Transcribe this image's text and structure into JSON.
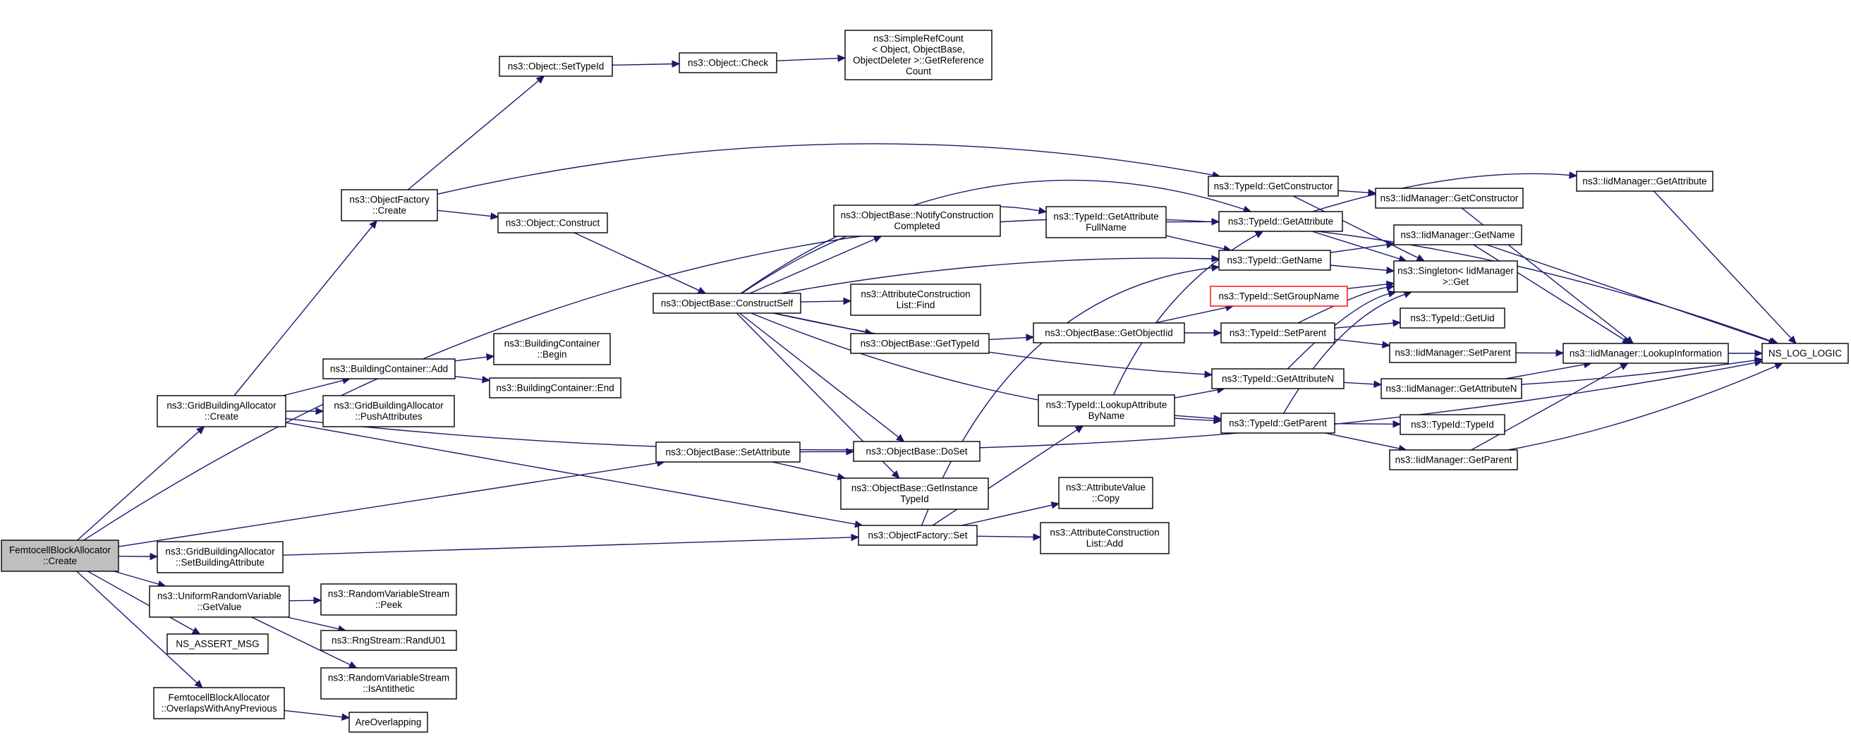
{
  "diagram": {
    "nodes": [
      {
        "id": "root",
        "lines": [
          "FemtocellBlockAllocator",
          "::Create"
        ],
        "style": "root"
      },
      {
        "id": "gba_create",
        "lines": [
          "ns3::GridBuildingAllocator",
          "::Create"
        ]
      },
      {
        "id": "gba_setattr",
        "lines": [
          "ns3::GridBuildingAllocator",
          "::SetBuildingAttribute"
        ]
      },
      {
        "id": "urv_getvalue",
        "lines": [
          "ns3::UniformRandomVariable",
          "::GetValue"
        ]
      },
      {
        "id": "ns_assert",
        "lines": [
          "NS_ASSERT_MSG"
        ]
      },
      {
        "id": "fba_overlaps",
        "lines": [
          "FemtocellBlockAllocator",
          "::OverlapsWithAnyPrevious"
        ]
      },
      {
        "id": "are_overlapping",
        "lines": [
          "AreOverlapping"
        ]
      },
      {
        "id": "rvs_peek",
        "lines": [
          "ns3::RandomVariableStream",
          "::Peek"
        ]
      },
      {
        "id": "rng_randu01",
        "lines": [
          "ns3::RngStream::RandU01"
        ]
      },
      {
        "id": "rvs_isanti",
        "lines": [
          "ns3::RandomVariableStream",
          "::IsAntithetic"
        ]
      },
      {
        "id": "of_create",
        "lines": [
          "ns3::ObjectFactory",
          "::Create"
        ]
      },
      {
        "id": "bc_add",
        "lines": [
          "ns3::BuildingContainer::Add"
        ]
      },
      {
        "id": "gba_push",
        "lines": [
          "ns3::GridBuildingAllocator",
          "::PushAttributes"
        ]
      },
      {
        "id": "bc_begin",
        "lines": [
          "ns3::BuildingContainer",
          "::Begin"
        ]
      },
      {
        "id": "bc_end",
        "lines": [
          "ns3::BuildingContainer::End"
        ]
      },
      {
        "id": "obj_settypeid",
        "lines": [
          "ns3::Object::SetTypeId"
        ]
      },
      {
        "id": "obj_check",
        "lines": [
          "ns3::Object::Check"
        ]
      },
      {
        "id": "simplerefcount",
        "lines": [
          "ns3::SimpleRefCount",
          "< Object, ObjectBase,",
          "ObjectDeleter >::GetReference",
          "Count"
        ]
      },
      {
        "id": "obj_construct",
        "lines": [
          "ns3::Object::Construct"
        ]
      },
      {
        "id": "ob_constructself",
        "lines": [
          "ns3::ObjectBase::ConstructSelf"
        ]
      },
      {
        "id": "ob_notify",
        "lines": [
          "ns3::ObjectBase::NotifyConstruction",
          "Completed"
        ]
      },
      {
        "id": "acl_find",
        "lines": [
          "ns3::AttributeConstruction",
          "List::Find"
        ]
      },
      {
        "id": "ob_gettypeid",
        "lines": [
          "ns3::ObjectBase::GetTypeId"
        ]
      },
      {
        "id": "ob_setattribute",
        "lines": [
          "ns3::ObjectBase::SetAttribute"
        ]
      },
      {
        "id": "ob_doset",
        "lines": [
          "ns3::ObjectBase::DoSet"
        ]
      },
      {
        "id": "ob_getinstance",
        "lines": [
          "ns3::ObjectBase::GetInstance",
          "TypeId"
        ]
      },
      {
        "id": "of_set",
        "lines": [
          "ns3::ObjectFactory::Set"
        ]
      },
      {
        "id": "av_copy",
        "lines": [
          "ns3::AttributeValue",
          "::Copy"
        ]
      },
      {
        "id": "acl_add",
        "lines": [
          "ns3::AttributeConstruction",
          "List::Add"
        ]
      },
      {
        "id": "tid_getattrfullname",
        "lines": [
          "ns3::TypeId::GetAttribute",
          "FullName"
        ]
      },
      {
        "id": "ob_getobjectiid",
        "lines": [
          "ns3::ObjectBase::GetObjectIid"
        ]
      },
      {
        "id": "tid_lookupattr",
        "lines": [
          "ns3::TypeId::LookupAttribute",
          "ByName"
        ]
      },
      {
        "id": "tid_getconstructor",
        "lines": [
          "ns3::TypeId::GetConstructor"
        ]
      },
      {
        "id": "tid_getattribute",
        "lines": [
          "ns3::TypeId::GetAttribute"
        ]
      },
      {
        "id": "tid_getname",
        "lines": [
          "ns3::TypeId::GetName"
        ]
      },
      {
        "id": "tid_setgroupname",
        "lines": [
          "ns3::TypeId::SetGroupName"
        ],
        "style": "warn"
      },
      {
        "id": "tid_setparent",
        "lines": [
          "ns3::TypeId::SetParent"
        ]
      },
      {
        "id": "tid_getattributen",
        "lines": [
          "ns3::TypeId::GetAttributeN"
        ]
      },
      {
        "id": "tid_getparent",
        "lines": [
          "ns3::TypeId::GetParent"
        ]
      },
      {
        "id": "iid_getconstructor",
        "lines": [
          "ns3::IidManager::GetConstructor"
        ]
      },
      {
        "id": "iid_getname",
        "lines": [
          "ns3::IidManager::GetName"
        ]
      },
      {
        "id": "singleton_get",
        "lines": [
          "ns3::Singleton< IidManager",
          ">::Get"
        ]
      },
      {
        "id": "tid_getuid",
        "lines": [
          "ns3::TypeId::GetUid"
        ]
      },
      {
        "id": "iid_setparent",
        "lines": [
          "ns3::IidManager::SetParent"
        ]
      },
      {
        "id": "iid_getattributen",
        "lines": [
          "ns3::IidManager::GetAttributeN"
        ]
      },
      {
        "id": "tid_typeid",
        "lines": [
          "ns3::TypeId::TypeId"
        ]
      },
      {
        "id": "iid_getparent",
        "lines": [
          "ns3::IidManager::GetParent"
        ]
      },
      {
        "id": "iid_getattribute",
        "lines": [
          "ns3::IidManager::GetAttribute"
        ]
      },
      {
        "id": "iid_lookupinfo",
        "lines": [
          "ns3::IidManager::LookupInformation"
        ]
      },
      {
        "id": "ns_log_logic",
        "lines": [
          "NS_LOG_LOGIC"
        ]
      }
    ],
    "edges": [
      [
        "root",
        "gba_create"
      ],
      [
        "root",
        "gba_setattr"
      ],
      [
        "root",
        "urv_getvalue"
      ],
      [
        "root",
        "ns_assert"
      ],
      [
        "root",
        "fba_overlaps"
      ],
      [
        "root",
        "ob_setattribute"
      ],
      [
        "root",
        "ns_log_logic"
      ],
      [
        "gba_create",
        "of_create"
      ],
      [
        "gba_create",
        "bc_add"
      ],
      [
        "gba_create",
        "gba_push"
      ],
      [
        "gba_create",
        "of_set"
      ],
      [
        "gba_create",
        "ns_log_logic"
      ],
      [
        "gba_setattr",
        "of_set"
      ],
      [
        "urv_getvalue",
        "rvs_peek"
      ],
      [
        "urv_getvalue",
        "rng_randu01"
      ],
      [
        "urv_getvalue",
        "rvs_isanti"
      ],
      [
        "fba_overlaps",
        "are_overlapping"
      ],
      [
        "bc_add",
        "bc_begin"
      ],
      [
        "bc_add",
        "bc_end"
      ],
      [
        "of_create",
        "obj_settypeid"
      ],
      [
        "of_create",
        "obj_construct"
      ],
      [
        "of_create",
        "tid_getconstructor"
      ],
      [
        "obj_settypeid",
        "obj_check"
      ],
      [
        "obj_check",
        "simplerefcount"
      ],
      [
        "obj_construct",
        "ob_constructself"
      ],
      [
        "ob_constructself",
        "ob_notify"
      ],
      [
        "ob_constructself",
        "acl_find"
      ],
      [
        "ob_constructself",
        "ob_gettypeid"
      ],
      [
        "ob_constructself",
        "ob_doset"
      ],
      [
        "ob_constructself",
        "ob_getinstance"
      ],
      [
        "ob_constructself",
        "tid_getattrfullname"
      ],
      [
        "ob_constructself",
        "tid_getattribute"
      ],
      [
        "ob_constructself",
        "tid_getname"
      ],
      [
        "ob_constructself",
        "tid_getattributen"
      ],
      [
        "ob_constructself",
        "tid_getparent"
      ],
      [
        "ob_gettypeid",
        "ob_getobjectiid"
      ],
      [
        "ob_setattribute",
        "ob_doset"
      ],
      [
        "ob_setattribute",
        "ob_getinstance"
      ],
      [
        "of_set",
        "av_copy"
      ],
      [
        "of_set",
        "acl_add"
      ],
      [
        "of_set",
        "tid_lookupattr"
      ],
      [
        "of_set",
        "tid_getname"
      ],
      [
        "tid_getattrfullname",
        "tid_getattribute"
      ],
      [
        "tid_getattrfullname",
        "tid_getname"
      ],
      [
        "ob_getobjectiid",
        "tid_setgroupname"
      ],
      [
        "ob_getobjectiid",
        "tid_setparent"
      ],
      [
        "tid_lookupattr",
        "tid_getattribute"
      ],
      [
        "tid_lookupattr",
        "tid_getattributen"
      ],
      [
        "tid_lookupattr",
        "tid_getparent"
      ],
      [
        "tid_getconstructor",
        "iid_getconstructor"
      ],
      [
        "tid_getconstructor",
        "singleton_get"
      ],
      [
        "tid_getattribute",
        "iid_getattribute"
      ],
      [
        "tid_getattribute",
        "singleton_get"
      ],
      [
        "tid_getname",
        "iid_getname"
      ],
      [
        "tid_getname",
        "singleton_get"
      ],
      [
        "tid_setgroupname",
        "singleton_get"
      ],
      [
        "tid_setparent",
        "singleton_get"
      ],
      [
        "tid_setparent",
        "tid_getuid"
      ],
      [
        "tid_setparent",
        "iid_setparent"
      ],
      [
        "tid_getattributen",
        "singleton_get"
      ],
      [
        "tid_getattributen",
        "iid_getattributen"
      ],
      [
        "tid_getparent",
        "singleton_get"
      ],
      [
        "tid_getparent",
        "tid_typeid"
      ],
      [
        "tid_getparent",
        "iid_getparent"
      ],
      [
        "iid_getconstructor",
        "iid_lookupinfo"
      ],
      [
        "iid_getname",
        "iid_lookupinfo"
      ],
      [
        "iid_getname",
        "ns_log_logic"
      ],
      [
        "iid_setparent",
        "iid_lookupinfo"
      ],
      [
        "iid_getattributen",
        "iid_lookupinfo"
      ],
      [
        "iid_getattributen",
        "ns_log_logic"
      ],
      [
        "iid_getparent",
        "iid_lookupinfo"
      ],
      [
        "iid_getparent",
        "ns_log_logic"
      ],
      [
        "iid_getattribute",
        "ns_log_logic"
      ],
      [
        "iid_lookupinfo",
        "ns_log_logic"
      ]
    ],
    "colors": {
      "edge": "#191970",
      "node_border": "#000000",
      "root_fill": "#bfbfbf",
      "warn_border": "#ff0000",
      "background": "#ffffff"
    }
  }
}
